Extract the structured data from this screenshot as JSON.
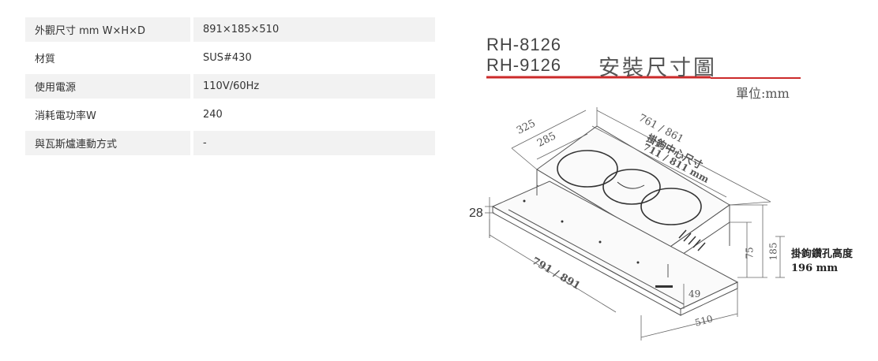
{
  "specs": {
    "rows": [
      {
        "label": "外觀尺寸 mm W×H×D",
        "value": "891×185×510"
      },
      {
        "label": "材質",
        "value": "SUS#430"
      },
      {
        "label": "使用電源",
        "value": "110V/60Hz"
      },
      {
        "label": "消耗電功率W",
        "value": "240"
      },
      {
        "label": "與瓦斯爐連動方式",
        "value": "-"
      }
    ]
  },
  "diagram": {
    "model_1": "RH-8126",
    "model_2": "RH-9126",
    "title": "安裝尺寸圖",
    "unit": "單位:mm",
    "accent_color": "#cc2a2a",
    "dims": {
      "depth_325": "325",
      "depth_285": "285",
      "width_761_861": "761 / 861",
      "mount_center_label": "掛鉤中心尺寸",
      "mount_center_value": "711 / 811 mm",
      "front_28": "28",
      "width_791_891": "791 / 891",
      "height_75": "75",
      "height_185": "185",
      "depth_49": "49",
      "depth_510": "510",
      "hook_hole_note": "掛鉤鑽孔高度 196 mm"
    }
  }
}
